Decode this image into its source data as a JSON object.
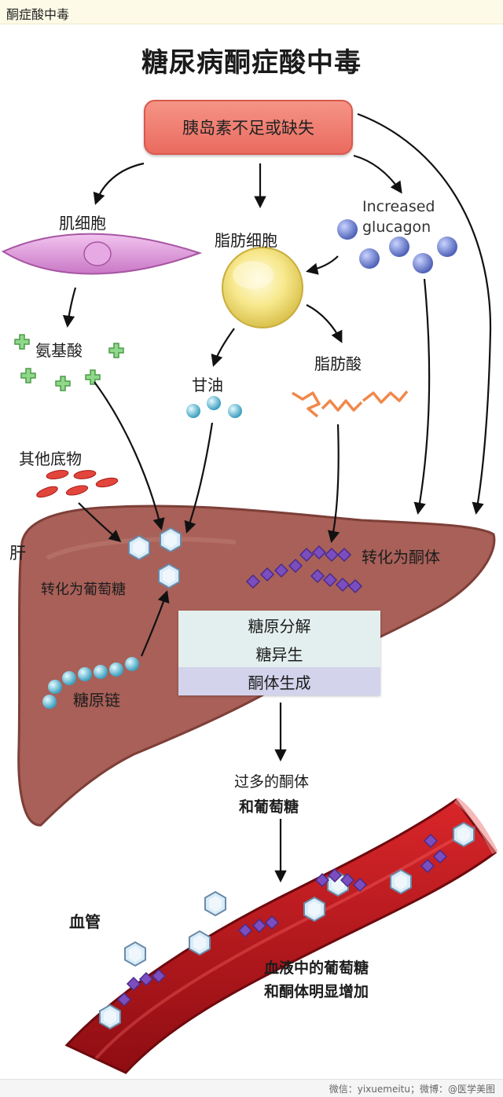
{
  "header": {
    "title": "酮症酸中毒"
  },
  "diagram": {
    "title": "糖尿病酮症酸中毒",
    "root_box": "胰岛素不足或缺失",
    "nodes": {
      "muscle_cell": "肌细胞",
      "fat_cell": "脂肪细胞",
      "glucagon_line1": "Increased",
      "glucagon_line2": "glucagon",
      "amino_acid": "氨基酸",
      "glycerol": "甘油",
      "fatty_acid": "脂肪酸",
      "other_substrates": "其他底物",
      "liver": "肝",
      "convert_glucose": "转化为葡萄糖",
      "convert_ketone": "转化为酮体",
      "glycogen_chain": "糖原链",
      "excess_line1": "过多的酮体",
      "excess_line2": "和葡萄糖",
      "blood_vessel": "血管",
      "blood_line1": "血液中的葡萄糖",
      "blood_line2": "和酮体明显增加"
    },
    "processes": [
      "糖原分解",
      "糖异生",
      "酮体生成"
    ],
    "colors": {
      "root_box": "#ea6b5f",
      "liver": "#a85f55",
      "muscle": "#d98fd6",
      "fat_cell": "#f2e07a",
      "glucagon": "#6d80cf",
      "amino_acid": "#7ccf7a",
      "glycerol": "#6cc3d6",
      "fatty_acid": "#f0884a",
      "other_substrate": "#e0453c",
      "glucose": "#cfe6f4",
      "ketone": "#7b4ec0",
      "vessel": "#c0181c"
    }
  },
  "footer": {
    "credit": "微信：yixuemeitu；微博：@医学美图"
  }
}
